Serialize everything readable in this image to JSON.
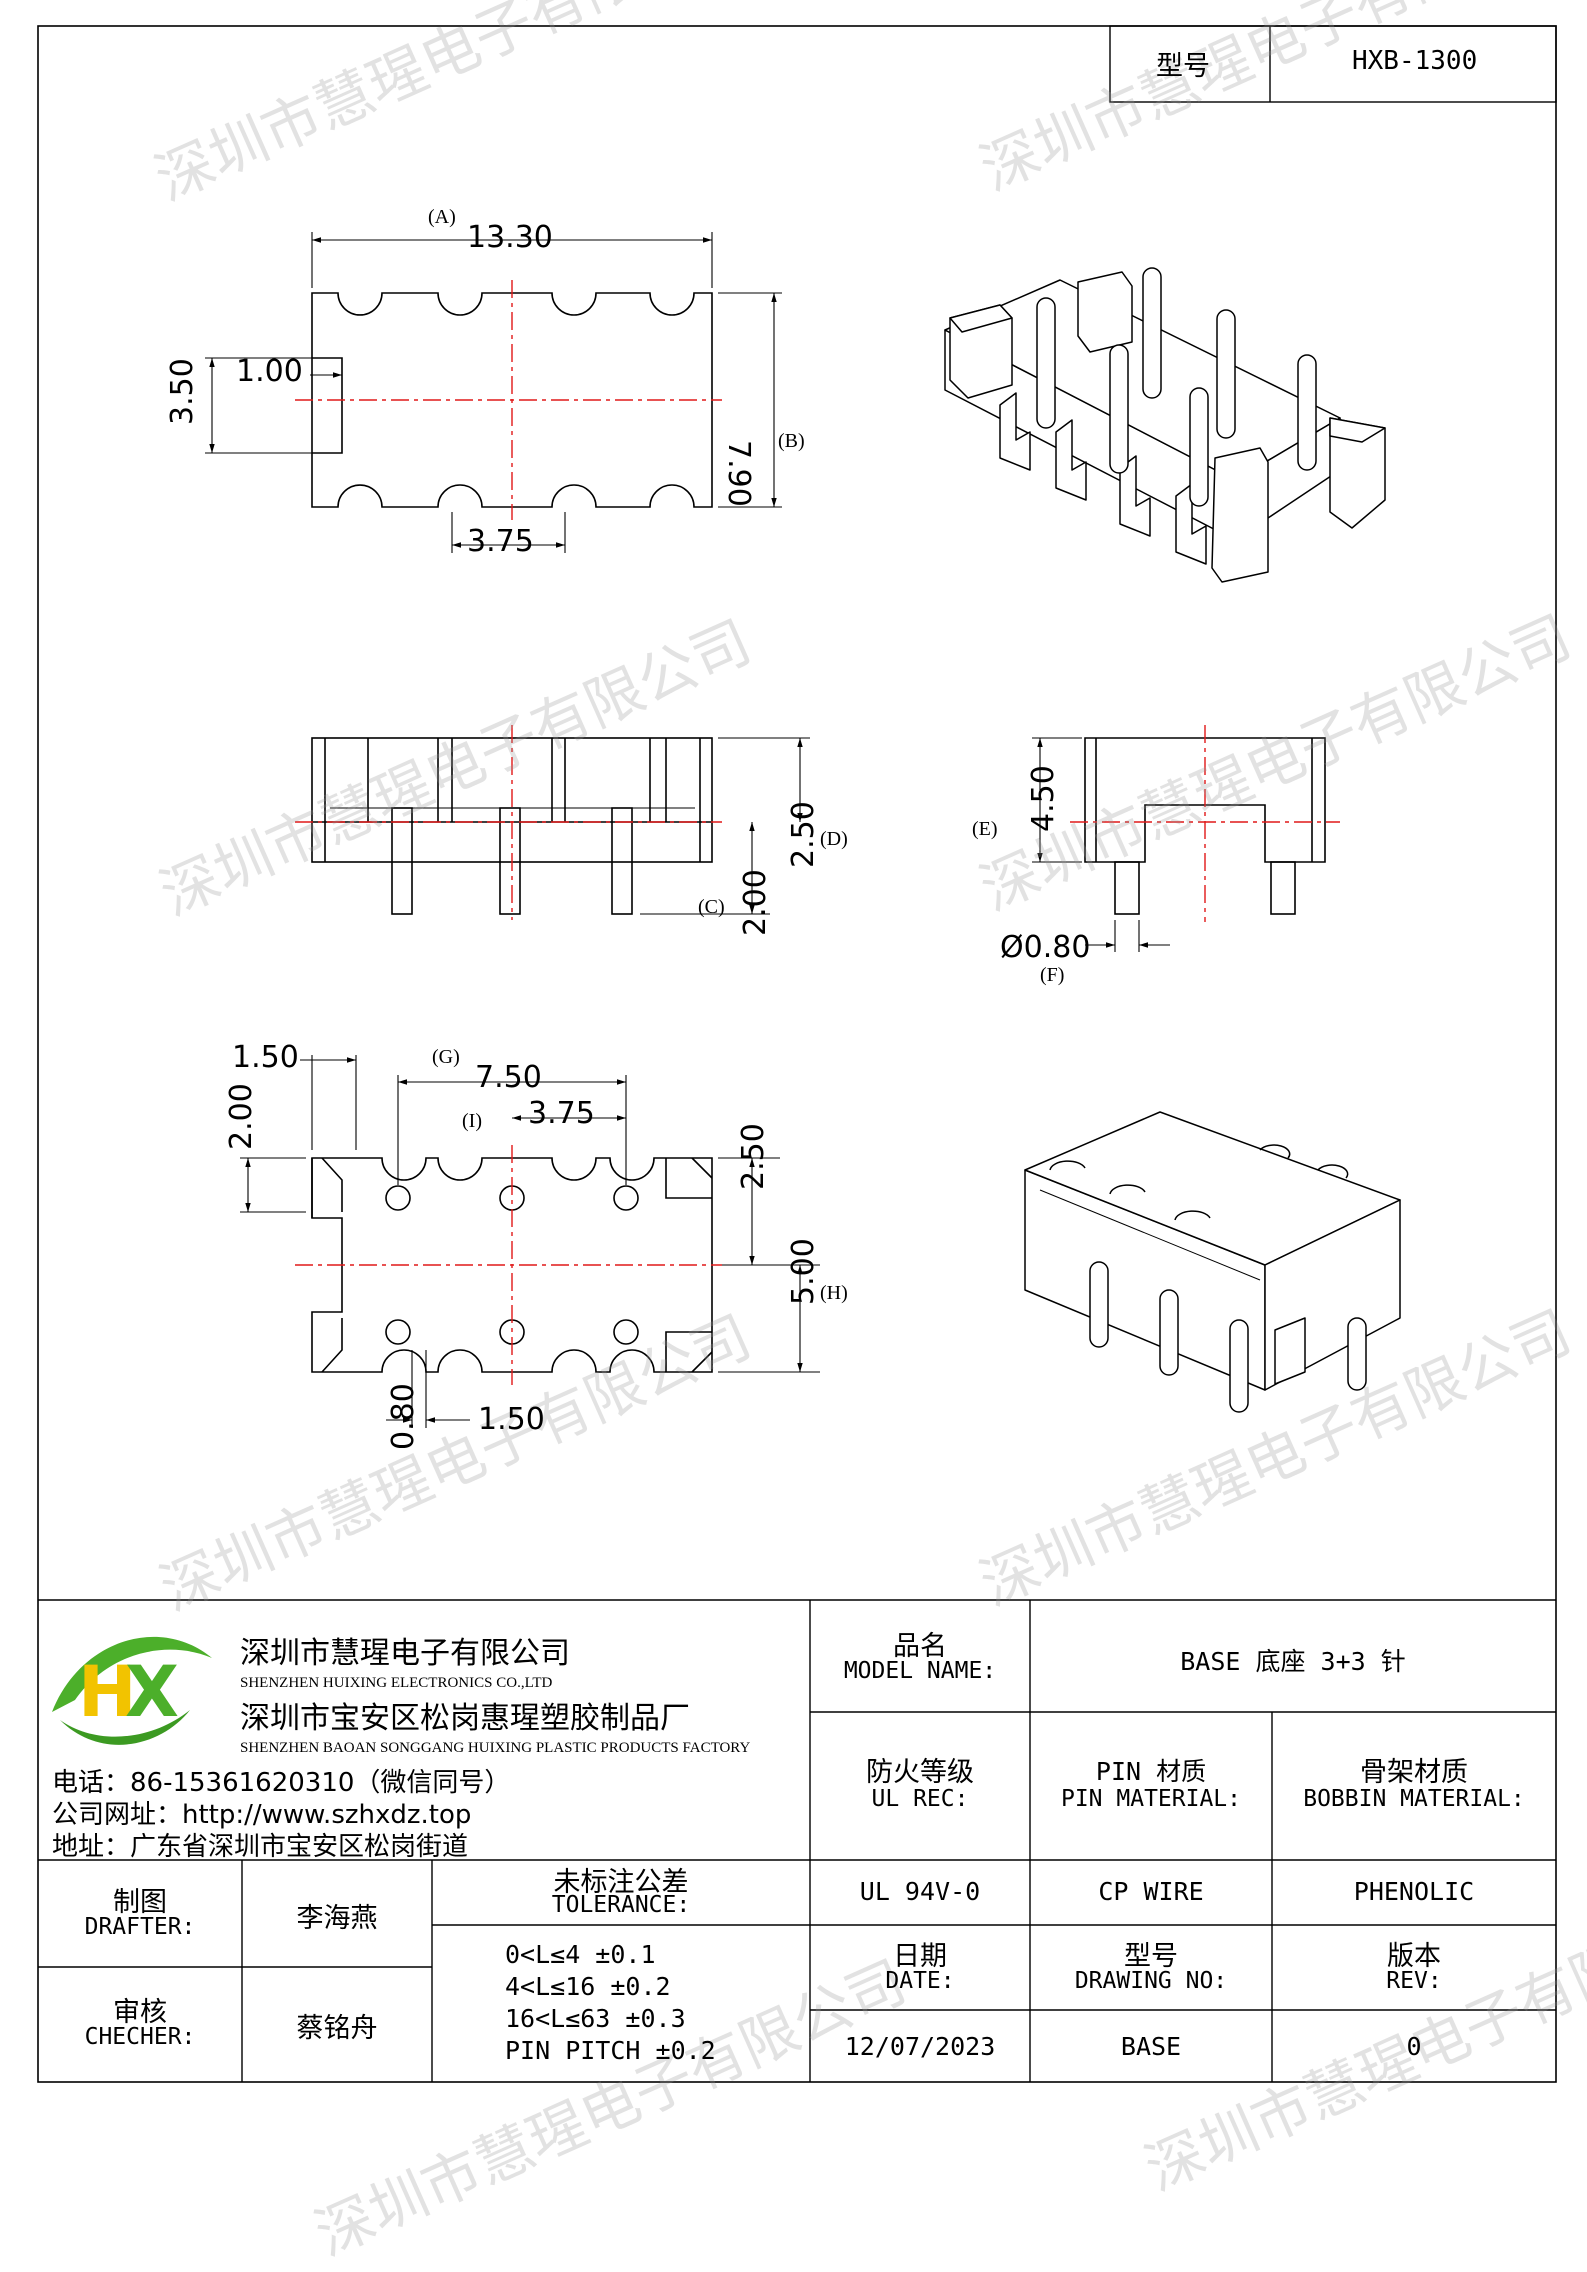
{
  "header": {
    "model_label": "型号",
    "model_value": "HXB-1300"
  },
  "dims": {
    "a_tag": "(A)",
    "a_val": "13.30",
    "b_tag": "(B)",
    "b_val": "7.90",
    "d1": "1.00",
    "d2": "3.50",
    "d3": "3.75",
    "c_tag": "(C)",
    "c_val": "2.00",
    "d_tag": "(D)",
    "d_val": "2.50",
    "e_tag": "(E)",
    "e_val": "4.50",
    "f_tag": "(F)",
    "f_val": "Ø0.80",
    "g_tag": "(G)",
    "g_val": "7.50",
    "i_tag": "(I)",
    "i_val": "3.75",
    "h_tag": "(H)",
    "h_val": "5.00",
    "b15a": "1.50",
    "b20": "2.00",
    "b25": "2.50",
    "b08": "0.80",
    "b15b": "1.50"
  },
  "company": {
    "name_cn": "深圳市慧瑆电子有限公司",
    "name_en": "SHENZHEN HUIXING ELECTRONICS CO.,LTD",
    "factory_cn": "深圳市宝安区松岗惠瑆塑胶制品厂",
    "factory_en": "SHENZHEN BAOAN SONGGANG HUIXING PLASTIC PRODUCTS FACTORY",
    "phone": "电话：86-15361620310（微信同号）",
    "website": "公司网址：http://www.szhxdz.top",
    "address": "地址：广东省深圳市宝安区松岗街道"
  },
  "title_block": {
    "model_name_cn": "品名",
    "model_name_en": "MODEL NAME:",
    "model_name_value": "BASE 底座 3+3 针",
    "ul_cn": "防火等级",
    "ul_en": "UL REC:",
    "ul_value": "UL 94V-0",
    "pin_cn": "PIN 材质",
    "pin_en": "PIN MATERIAL:",
    "pin_value": "CP WIRE",
    "bobbin_cn": "骨架材质",
    "bobbin_en": "BOBBIN MATERIAL:",
    "bobbin_value": "PHENOLIC",
    "date_cn": "日期",
    "date_en": "DATE:",
    "date_value": "12/07/2023",
    "drawing_cn": "型号",
    "drawing_en": "DRAWING NO:",
    "drawing_value": "BASE",
    "rev_cn": "版本",
    "rev_en": "REV:",
    "rev_value": "0",
    "drafter_cn": "制图",
    "drafter_en": "DRAFTER:",
    "drafter_name": "李海燕",
    "checker_cn": "审核",
    "checker_en": "CHECHER:",
    "checker_name": "蔡铭舟",
    "tol_cn": "未标注公差",
    "tol_en": "TOLERANCE:",
    "tol_lines": [
      "0<L≤4   ±0.1",
      "4<L≤16  ±0.2",
      "16<L≤63  ±0.3",
      "PIN PITCH ±0.2"
    ]
  },
  "watermark": "深圳市慧瑆电子有限公司",
  "colors": {
    "center_line": "#e01818",
    "logo_green": "#4caf2a",
    "logo_yellow": "#f2c300"
  }
}
